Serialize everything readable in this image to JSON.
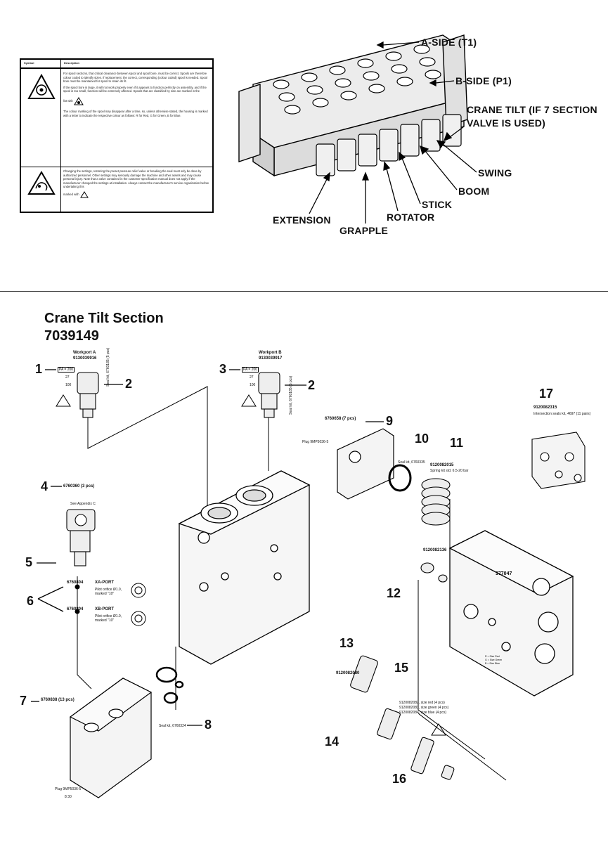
{
  "symbol_table": {
    "col_symbol": "Symbol",
    "col_description": "Description",
    "row1_paragraphs": [
      "For spool sections, that critical clearance between spool and spool bore, must be correct. Spools are therefore colour coded to identify sizes. If replacement, the correct, corresponding (colour coded) spool is needed. Spool bore must be maintained for spool to retain its fit.",
      "If the spool bore is large, it will not work properly even if it appears to function perfectly on assembly, and if the spool is too small, function will be extremely affected. Spools that are classified by size are marked in the",
      "list with",
      "The colour marking of the spool may disappear after a time, so, unless otherwise stated, the housing is marked with a letter to indicate the respective colour as follows: R for Red, G for Green, B for Blue."
    ],
    "row2_paragraph": "Changing the settings, restoring the preset pressure relief valve or breaking the seal must only be done by authorized personnel. Other settings may seriously damage the machine and other assets and may cause personal injury. Note that a valve contained in the customer specification manual does not apply if the manufacturer changed the settings at installation. Always contact the manufacturer's service organization before undertaking this",
    "row2_tail": "marked with"
  },
  "valve_labels": {
    "a_side": "A-SIDE (T1)",
    "b_side": "B-SIDE (P1)",
    "crane_tilt_line1": "CRANE TILT (IF 7 SECTION",
    "crane_tilt_line2": "VALVE IS USED)",
    "swing": "SWING",
    "boom": "BOOM",
    "stick": "STICK",
    "rotator": "ROTATOR",
    "grapple": "GRAPPLE",
    "extension": "EXTENSION"
  },
  "section": {
    "title": "Crane Tilt Section",
    "number": "7039149"
  },
  "callouts": [
    "1",
    "2",
    "3",
    "2",
    "4",
    "5",
    "6",
    "7",
    "8",
    "9",
    "10",
    "11",
    "12",
    "13",
    "14",
    "15",
    "16",
    "17"
  ],
  "parts": {
    "workport_a": "Workport A",
    "workport_a_pn": "9130039916",
    "workport_b": "Workport B",
    "workport_b_pn": "9130039917",
    "pa_tag": "PA = 200",
    "torque_27": "27",
    "torque_100": "100",
    "seal_kit_2": "Seal kit, 6760185 (5 pcs)",
    "item4_pn": "6760360 (3 pcs)",
    "see_appendix": "See Appendix C",
    "item6_pn": "6760804",
    "xa_port": "XA-PORT",
    "xb_port": "XB-PORT",
    "pilot_orifice": "Pilot orifice Ø1.0, marked \"10\"",
    "item7_pn": "6760838 (13 pcs)",
    "plug_bottom": "Plug 9MP5036-5",
    "torque_bottom": "8   30",
    "seal_kit_8": "Seal kit, 6760324",
    "item9_pn": "6760658 (7 pcs)",
    "plug_9": "Plug 9MP5036-5",
    "seal_10": "Seal kit, 6760335",
    "item11_pn": "9120082015",
    "spring_kit": "Spring kit std. 6.5-20 bar",
    "item12_pn": "9120082136",
    "item13_pn": "9120082080",
    "item15_red": "9120082082, size red (4 pcs)",
    "item15_green": "9120082083, size green (4 pcs)",
    "item15_blue": "9120082084, size blue (4 pcs)",
    "item17_pn": "9120082315",
    "item17_desc": "Intersection seals kit, 4697 (11 pairs)",
    "housing_mark": "377047",
    "size_legend": [
      "R = Size Red",
      "G = Size Green",
      "B = Size Blue"
    ]
  }
}
